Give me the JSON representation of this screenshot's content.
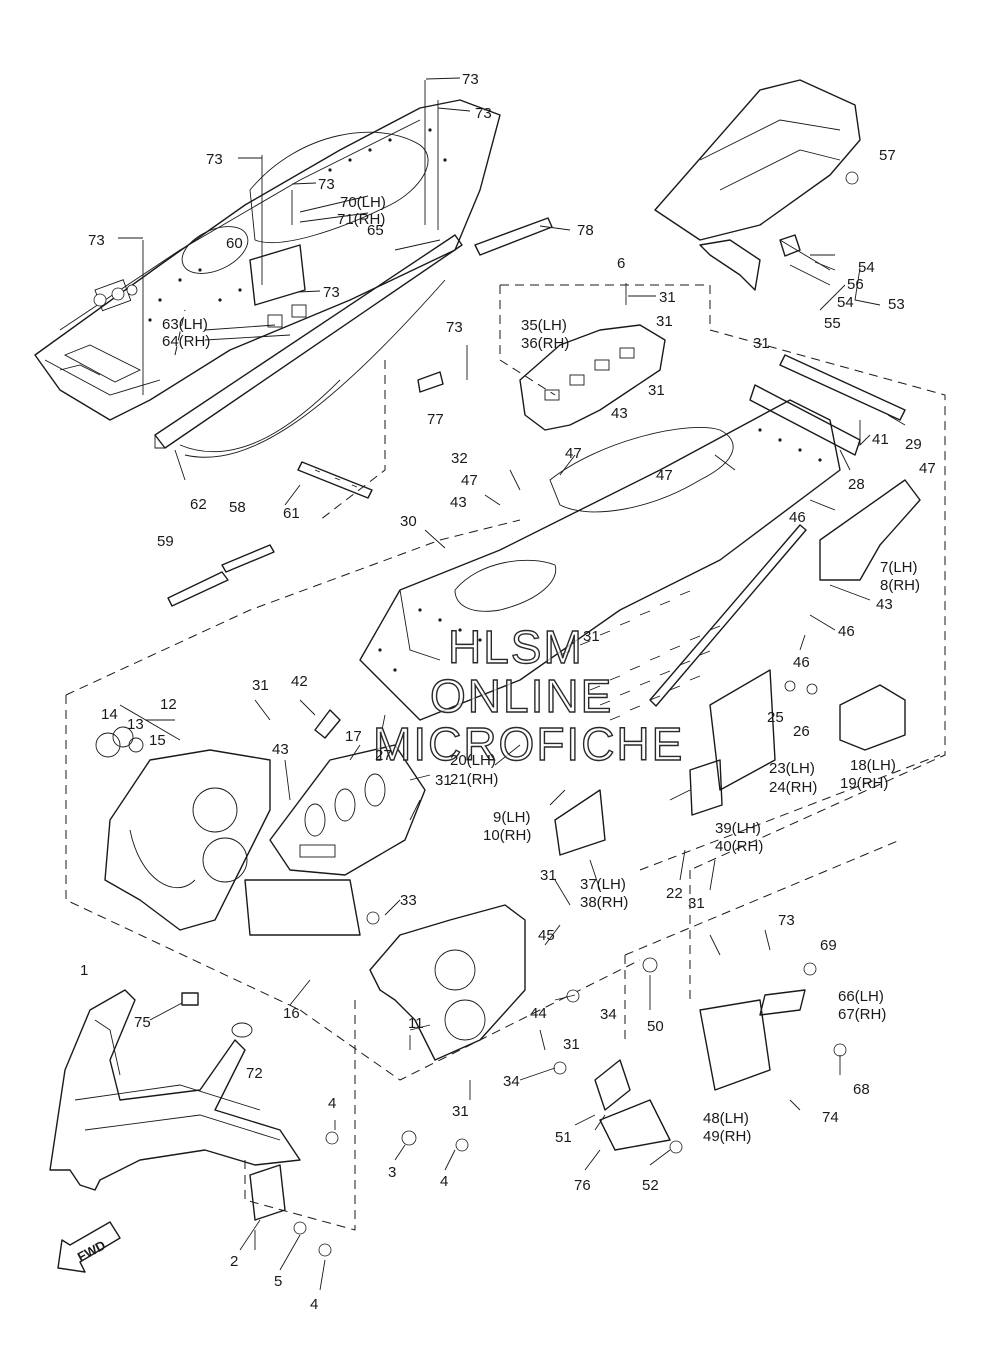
{
  "watermark": {
    "line1": "HLSM",
    "line2": "ONLINE",
    "line3": "MICROFICHE"
  },
  "fwd_label": "FWD",
  "callouts": [
    {
      "id": "c1",
      "text": "1"
    },
    {
      "id": "c2",
      "text": "2"
    },
    {
      "id": "c3",
      "text": "3"
    },
    {
      "id": "c4a",
      "text": "4"
    },
    {
      "id": "c4b",
      "text": "4"
    },
    {
      "id": "c4c",
      "text": "4"
    },
    {
      "id": "c5",
      "text": "5"
    },
    {
      "id": "c6",
      "text": "6"
    },
    {
      "id": "c7",
      "text": "7(LH)"
    },
    {
      "id": "c8",
      "text": "8(RH)"
    },
    {
      "id": "c9",
      "text": "9(LH)"
    },
    {
      "id": "c10",
      "text": "10(RH)"
    },
    {
      "id": "c11",
      "text": "11"
    },
    {
      "id": "c12",
      "text": "12"
    },
    {
      "id": "c13",
      "text": "13"
    },
    {
      "id": "c14",
      "text": "14"
    },
    {
      "id": "c15",
      "text": "15"
    },
    {
      "id": "c16",
      "text": "16"
    },
    {
      "id": "c17",
      "text": "17"
    },
    {
      "id": "c18",
      "text": "18(LH)"
    },
    {
      "id": "c19",
      "text": "19(RH)"
    },
    {
      "id": "c20",
      "text": "20(LH)"
    },
    {
      "id": "c21",
      "text": "21(RH)"
    },
    {
      "id": "c22",
      "text": "22"
    },
    {
      "id": "c23",
      "text": "23(LH)"
    },
    {
      "id": "c24",
      "text": "24(RH)"
    },
    {
      "id": "c25",
      "text": "25"
    },
    {
      "id": "c26",
      "text": "26"
    },
    {
      "id": "c27",
      "text": "27"
    },
    {
      "id": "c28",
      "text": "28"
    },
    {
      "id": "c29",
      "text": "29"
    },
    {
      "id": "c30",
      "text": "30"
    },
    {
      "id": "c31a",
      "text": "31"
    },
    {
      "id": "c31b",
      "text": "31"
    },
    {
      "id": "c31c",
      "text": "31"
    },
    {
      "id": "c31d",
      "text": "31"
    },
    {
      "id": "c31e",
      "text": "31"
    },
    {
      "id": "c31f",
      "text": "31"
    },
    {
      "id": "c31g",
      "text": "31"
    },
    {
      "id": "c31h",
      "text": "31"
    },
    {
      "id": "c31i",
      "text": "31"
    },
    {
      "id": "c31j",
      "text": "31"
    },
    {
      "id": "c31k",
      "text": "31"
    },
    {
      "id": "c32",
      "text": "32"
    },
    {
      "id": "c33",
      "text": "33"
    },
    {
      "id": "c34a",
      "text": "34"
    },
    {
      "id": "c34b",
      "text": "34"
    },
    {
      "id": "c35",
      "text": "35(LH)"
    },
    {
      "id": "c36",
      "text": "36(RH)"
    },
    {
      "id": "c37",
      "text": "37(LH)"
    },
    {
      "id": "c38",
      "text": "38(RH)"
    },
    {
      "id": "c39",
      "text": "39(LH)"
    },
    {
      "id": "c40",
      "text": "40(RH)"
    },
    {
      "id": "c41",
      "text": "41"
    },
    {
      "id": "c42",
      "text": "42"
    },
    {
      "id": "c43a",
      "text": "43"
    },
    {
      "id": "c43b",
      "text": "43"
    },
    {
      "id": "c43c",
      "text": "43"
    },
    {
      "id": "c43d",
      "text": "43"
    },
    {
      "id": "c44",
      "text": "44"
    },
    {
      "id": "c45",
      "text": "45"
    },
    {
      "id": "c46a",
      "text": "46"
    },
    {
      "id": "c46b",
      "text": "46"
    },
    {
      "id": "c46c",
      "text": "46"
    },
    {
      "id": "c47a",
      "text": "47"
    },
    {
      "id": "c47b",
      "text": "47"
    },
    {
      "id": "c47c",
      "text": "47"
    },
    {
      "id": "c47d",
      "text": "47"
    },
    {
      "id": "c48",
      "text": "48(LH)"
    },
    {
      "id": "c49",
      "text": "49(RH)"
    },
    {
      "id": "c50",
      "text": "50"
    },
    {
      "id": "c51",
      "text": "51"
    },
    {
      "id": "c52",
      "text": "52"
    },
    {
      "id": "c53",
      "text": "53"
    },
    {
      "id": "c54a",
      "text": "54"
    },
    {
      "id": "c54b",
      "text": "54"
    },
    {
      "id": "c55",
      "text": "55"
    },
    {
      "id": "c56",
      "text": "56"
    },
    {
      "id": "c57",
      "text": "57"
    },
    {
      "id": "c58",
      "text": "58"
    },
    {
      "id": "c59",
      "text": "59"
    },
    {
      "id": "c60",
      "text": "60"
    },
    {
      "id": "c61",
      "text": "61"
    },
    {
      "id": "c62",
      "text": "62"
    },
    {
      "id": "c63",
      "text": "63(LH)"
    },
    {
      "id": "c64",
      "text": "64(RH)"
    },
    {
      "id": "c65",
      "text": "65"
    },
    {
      "id": "c66",
      "text": "66(LH)"
    },
    {
      "id": "c67",
      "text": "67(RH)"
    },
    {
      "id": "c68",
      "text": "68"
    },
    {
      "id": "c69",
      "text": "69"
    },
    {
      "id": "c70",
      "text": "70(LH)"
    },
    {
      "id": "c71",
      "text": "71(RH)"
    },
    {
      "id": "c72",
      "text": "72"
    },
    {
      "id": "c73a",
      "text": "73"
    },
    {
      "id": "c73b",
      "text": "73"
    },
    {
      "id": "c73c",
      "text": "73"
    },
    {
      "id": "c73d",
      "text": "73"
    },
    {
      "id": "c73e",
      "text": "73"
    },
    {
      "id": "c73f",
      "text": "73"
    },
    {
      "id": "c73g",
      "text": "73"
    },
    {
      "id": "c73h",
      "text": "73"
    },
    {
      "id": "c74",
      "text": "74"
    },
    {
      "id": "c75",
      "text": "75"
    },
    {
      "id": "c76",
      "text": "76"
    },
    {
      "id": "c77",
      "text": "77"
    },
    {
      "id": "c78",
      "text": "78"
    }
  ]
}
